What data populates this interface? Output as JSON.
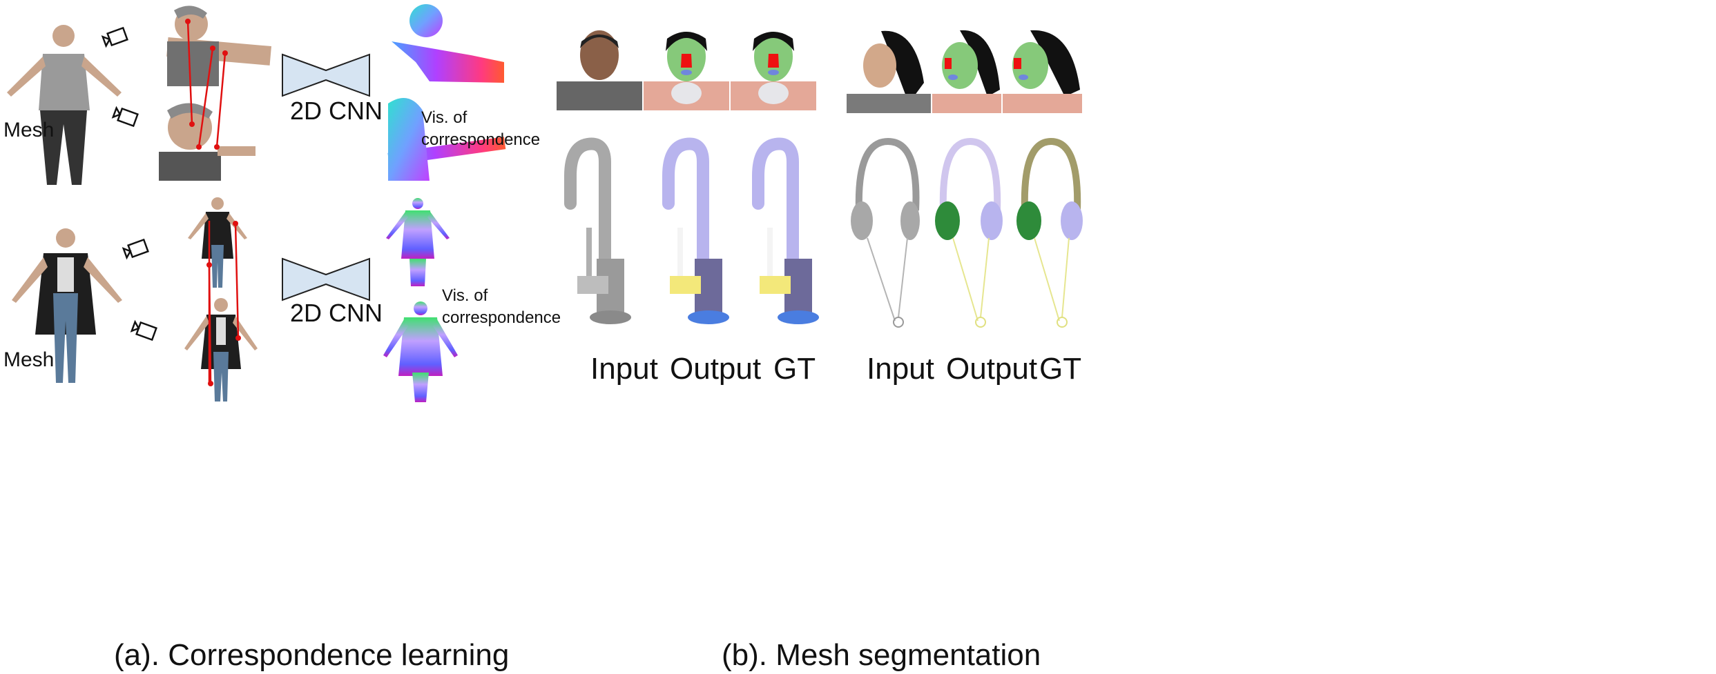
{
  "panel_a": {
    "caption": "(a). Correspondence learning",
    "rows": [
      {
        "mesh_label": "Mesh",
        "network_label": "2D CNN",
        "vis_label": "Vis. of correspondence"
      },
      {
        "mesh_label": "Mesh",
        "network_label": "2D CNN",
        "vis_label": "Vis. of correspondence"
      }
    ],
    "icons": [
      "camera-icon",
      "network-bowtie-icon"
    ]
  },
  "panel_b": {
    "caption": "(b). Mesh segmentation",
    "column_labels_left": [
      "Input",
      "Output",
      "GT"
    ],
    "column_labels_right": [
      "Input",
      "Output",
      "GT"
    ]
  },
  "colors": {
    "correspondence_line": "#e01010",
    "network_fill": "#d6e4f2",
    "segmentation_face": "#86c97a",
    "segmentation_nose": "#ee1111",
    "faucet_segment": "#b8b4ee",
    "headphone_cushion": "#2e8b3a"
  }
}
